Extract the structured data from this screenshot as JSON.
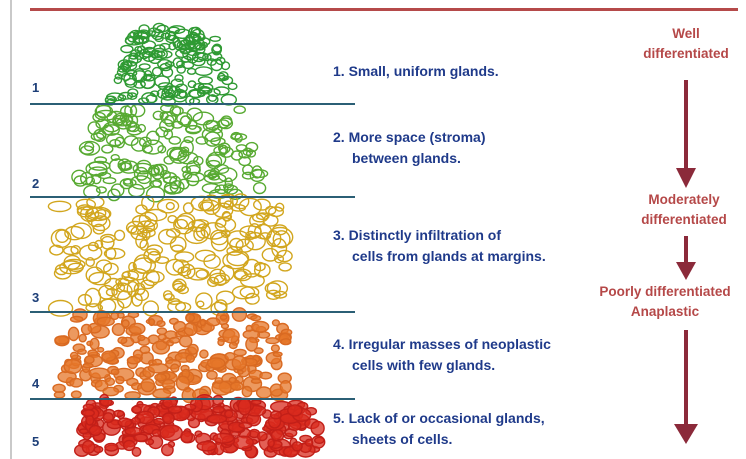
{
  "levels": [
    {
      "num": "1",
      "line1": "1. Small, uniform glands.",
      "line2": ""
    },
    {
      "num": "2",
      "line1": "2. More space (stroma)",
      "line2": "between glands."
    },
    {
      "num": "3",
      "line1": "3. Distinctly infiltration of",
      "line2": "cells from glands at margins."
    },
    {
      "num": "4",
      "line1": "4. Irregular masses of neoplastic",
      "line2": "cells with few glands."
    },
    {
      "num": "5",
      "line1": "5. Lack of or occasional glands,",
      "line2": "sheets of cells."
    }
  ],
  "grades": {
    "well": {
      "line1": "Well",
      "line2": "differentiated"
    },
    "moderately": {
      "line1": "Moderately",
      "line2": "differentiated"
    },
    "poorly": {
      "line1": "Poorly differentiated",
      "line2": "Anaplastic"
    }
  },
  "colors": {
    "level_text": "#1f3a8a",
    "grade_text": "#b54848",
    "arrow": "#8b2a3a",
    "line": "#2b5f75",
    "green": "#3fae3a",
    "yellow": "#e6cf2a",
    "orange": "#e5772a",
    "red": "#d92b1e"
  }
}
